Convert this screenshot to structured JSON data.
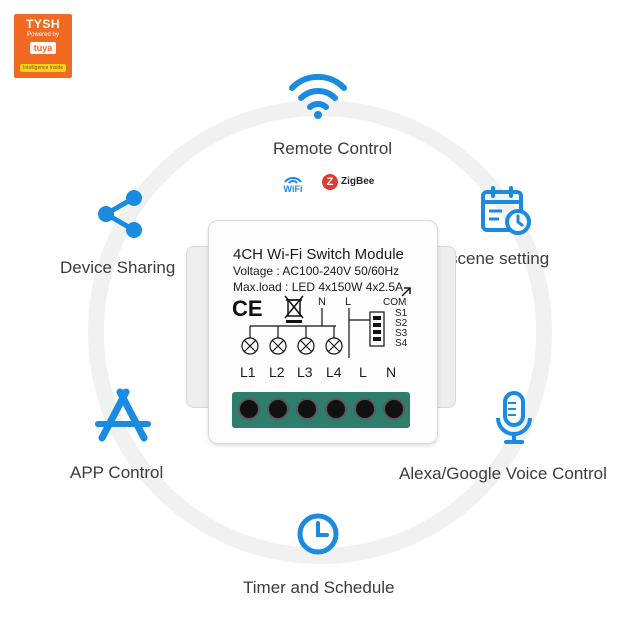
{
  "brand": {
    "name": "TYSH",
    "powered_by": "Powered by",
    "platform": "tuya",
    "tag": "Intelligence Inside",
    "color": "#f26a21"
  },
  "features": {
    "remote_control": "Remote Control",
    "scene_setting": "scene setting",
    "device_sharing": "Device Sharing",
    "app_control": "APP Control",
    "voice_control": "Alexa/Google Voice Control",
    "timer_schedule": "Timer and Schedule"
  },
  "protocols": {
    "wifi": "WiFi",
    "zigbee": "ZigBee"
  },
  "device": {
    "title": "4CH Wi-Fi Switch Module",
    "voltage": "Voltage : AC100-240V 50/60Hz",
    "max_load": "Max.load : LED 4x150W  4x2.5A",
    "mark": "CE",
    "top_terminals": [
      "N",
      "L"
    ],
    "switch_inputs": [
      "COM",
      "S1",
      "S2",
      "S3",
      "S4"
    ],
    "outputs": [
      "L1",
      "L2",
      "L3",
      "L4",
      "L",
      "N"
    ]
  },
  "colors": {
    "icon_blue": "#1a8be0",
    "terminal_green": "#2f7d6d",
    "wifi_red": "#e03a2f"
  },
  "icons": [
    "wifi-icon",
    "calendar-clock-icon",
    "share-icon",
    "app-store-icon",
    "microphone-icon",
    "clock-icon"
  ]
}
